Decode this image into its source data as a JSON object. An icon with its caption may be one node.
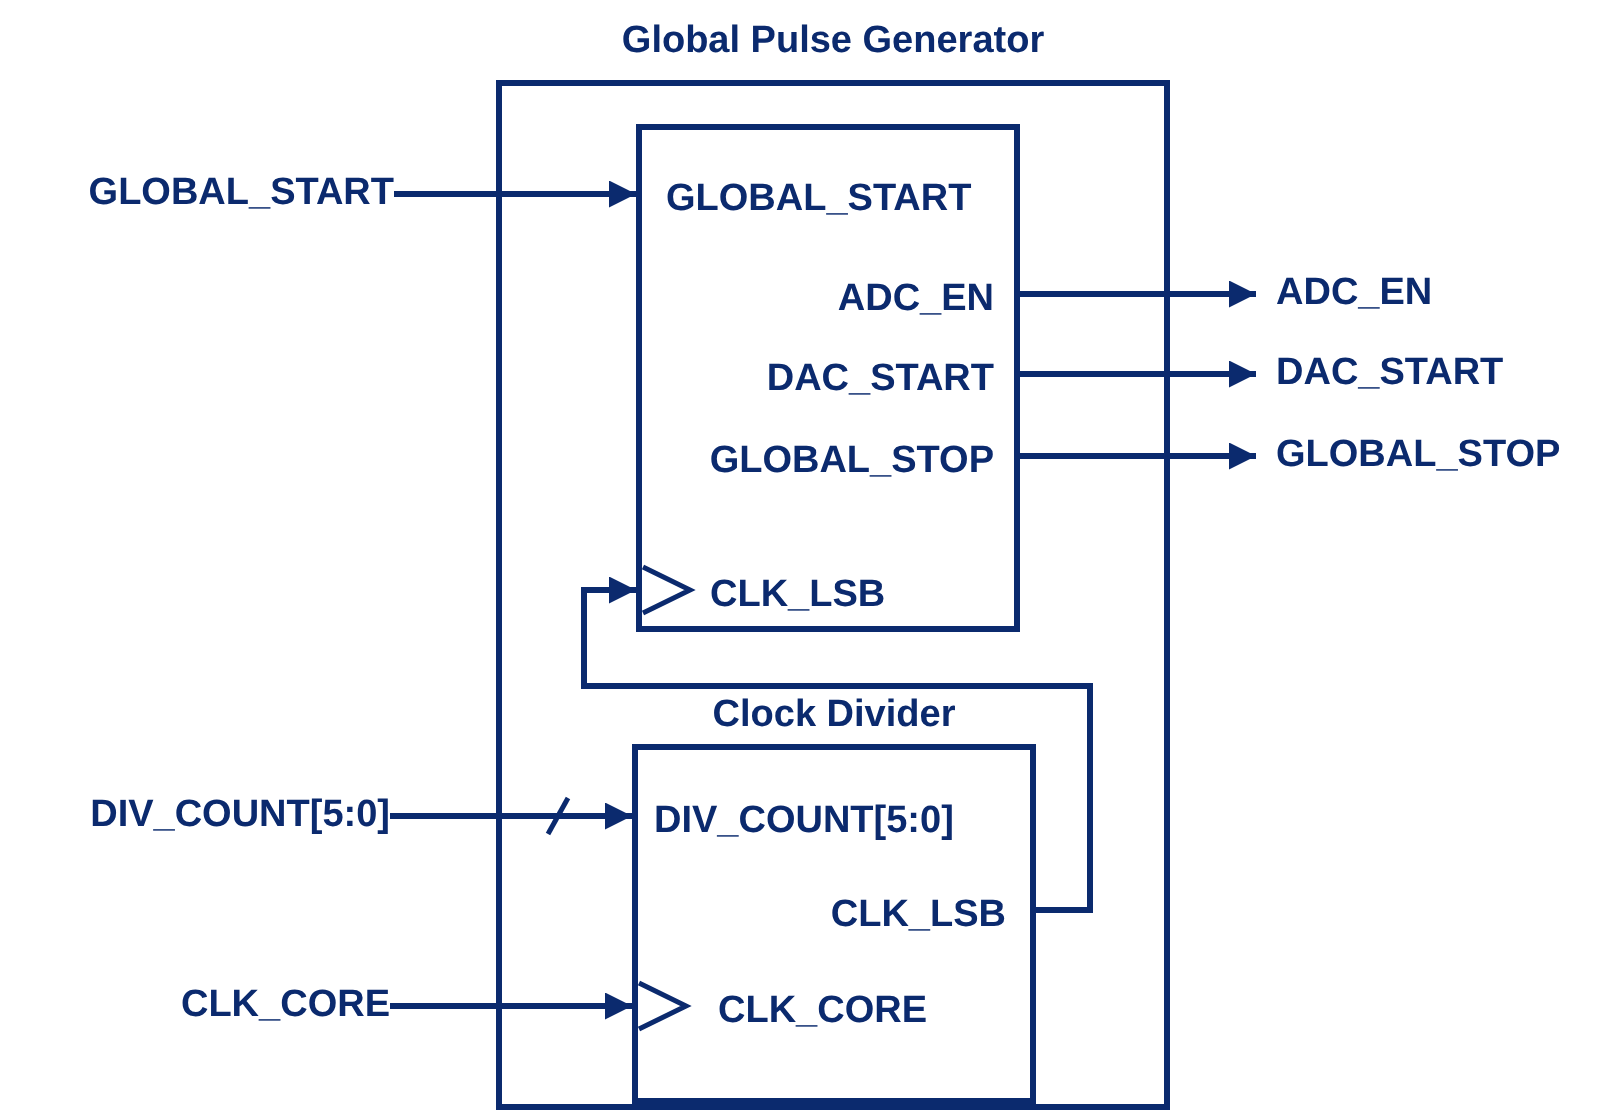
{
  "diagram": {
    "nodes": [
      {
        "text": [
          "Global Pulse Generator"
        ]
      },
      {
        "text": [
          "GLOBAL_START",
          "ADC_EN",
          "DAC_START",
          "GLOBAL_STOP",
          "CLK_LSB"
        ],
        "in": 0
      },
      {
        "text": [
          "Clock Divider",
          "DIV_COUNT[5:0]",
          "CLK_LSB",
          "CLK_CORE"
        ],
        "in": 0
      },
      {
        "text": [
          "GLOBAL_START"
        ]
      },
      {
        "text": [
          "DIV_COUNT[5:0]"
        ]
      },
      {
        "text": [
          "CLK_CORE"
        ]
      },
      {
        "text": [
          "ADC_EN"
        ]
      },
      {
        "text": [
          "DAC_START"
        ]
      },
      {
        "text": [
          "GLOBAL_STOP"
        ]
      }
    ],
    "edges": [
      {
        "from": 3,
        "to": 1,
        "arrow": "to"
      },
      {
        "from": 4,
        "to": 2,
        "arrow": "to"
      },
      {
        "from": 5,
        "to": 2,
        "arrow": "to"
      },
      {
        "from": 1,
        "to": 6,
        "arrow": "to"
      },
      {
        "from": 1,
        "to": 7,
        "arrow": "to"
      },
      {
        "from": 1,
        "to": 8,
        "arrow": "to"
      },
      {
        "from": 2,
        "to": 1,
        "arrow": "to"
      }
    ]
  }
}
